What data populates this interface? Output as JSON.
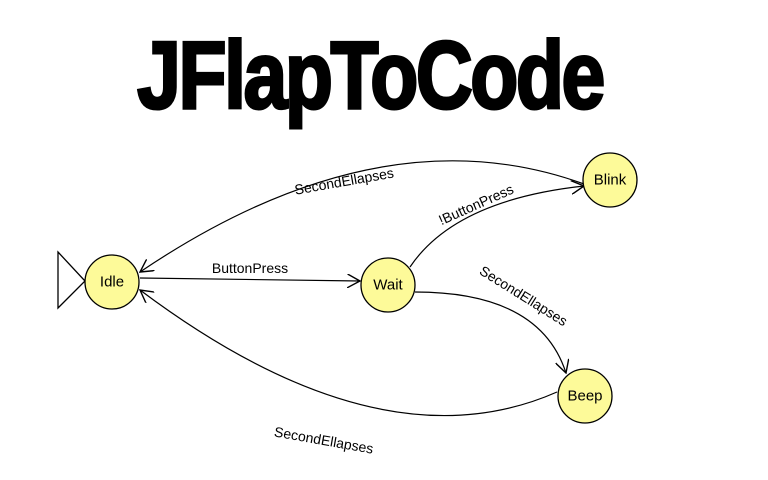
{
  "title": "JFlapToCode",
  "states": {
    "idle": {
      "label": "Idle",
      "initial": true
    },
    "wait": {
      "label": "Wait"
    },
    "blink": {
      "label": "Blink"
    },
    "beep": {
      "label": "Beep"
    }
  },
  "transitions": {
    "idle_wait": {
      "from": "Idle",
      "to": "Wait",
      "label": "ButtonPress"
    },
    "wait_blink": {
      "from": "Wait",
      "to": "Blink",
      "label": "!ButtonPress"
    },
    "wait_beep": {
      "from": "Wait",
      "to": "Beep",
      "label": "SecondEllapses"
    },
    "blink_idle": {
      "from": "Blink",
      "to": "Idle",
      "label": "SecondEllapses"
    },
    "beep_idle": {
      "from": "Beep",
      "to": "Idle",
      "label": "SecondEllapses"
    }
  },
  "colors": {
    "state_fill": "#fdfa99"
  }
}
